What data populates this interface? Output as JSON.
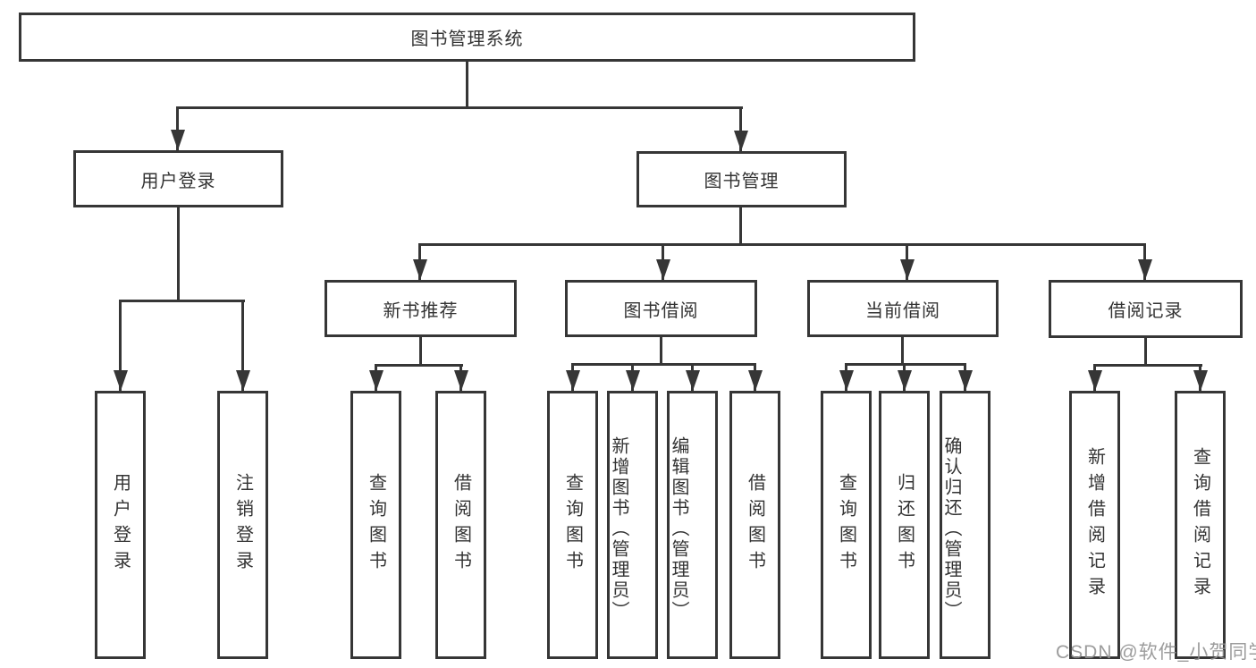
{
  "diagram": {
    "root": {
      "label": "图书管理系统"
    },
    "level2": [
      {
        "label": "用户登录"
      },
      {
        "label": "图书管理"
      }
    ],
    "level3": [
      {
        "label": "新书推荐"
      },
      {
        "label": "图书借阅"
      },
      {
        "label": "当前借阅"
      },
      {
        "label": "借阅记录"
      }
    ],
    "leaves": [
      {
        "label": "用户登录"
      },
      {
        "label": "注销登录"
      },
      {
        "label": "查询图书"
      },
      {
        "label": "借阅图书"
      },
      {
        "label": "查询图书"
      },
      {
        "label": "新增图书（管理员）"
      },
      {
        "label": "编辑图书（管理员）"
      },
      {
        "label": "借阅图书"
      },
      {
        "label": "查询图书"
      },
      {
        "label": "归还图书"
      },
      {
        "label": "确认归还（管理员）"
      },
      {
        "label": "新增借阅记录"
      },
      {
        "label": "查询借阅记录"
      }
    ],
    "colors": {
      "line": "#363636",
      "text": "#333333",
      "box_background": "#ffffff",
      "page_background": "#ffffff",
      "watermark": "#919191"
    }
  },
  "watermark": {
    "text": "CSDN @软件_小贺同学"
  }
}
